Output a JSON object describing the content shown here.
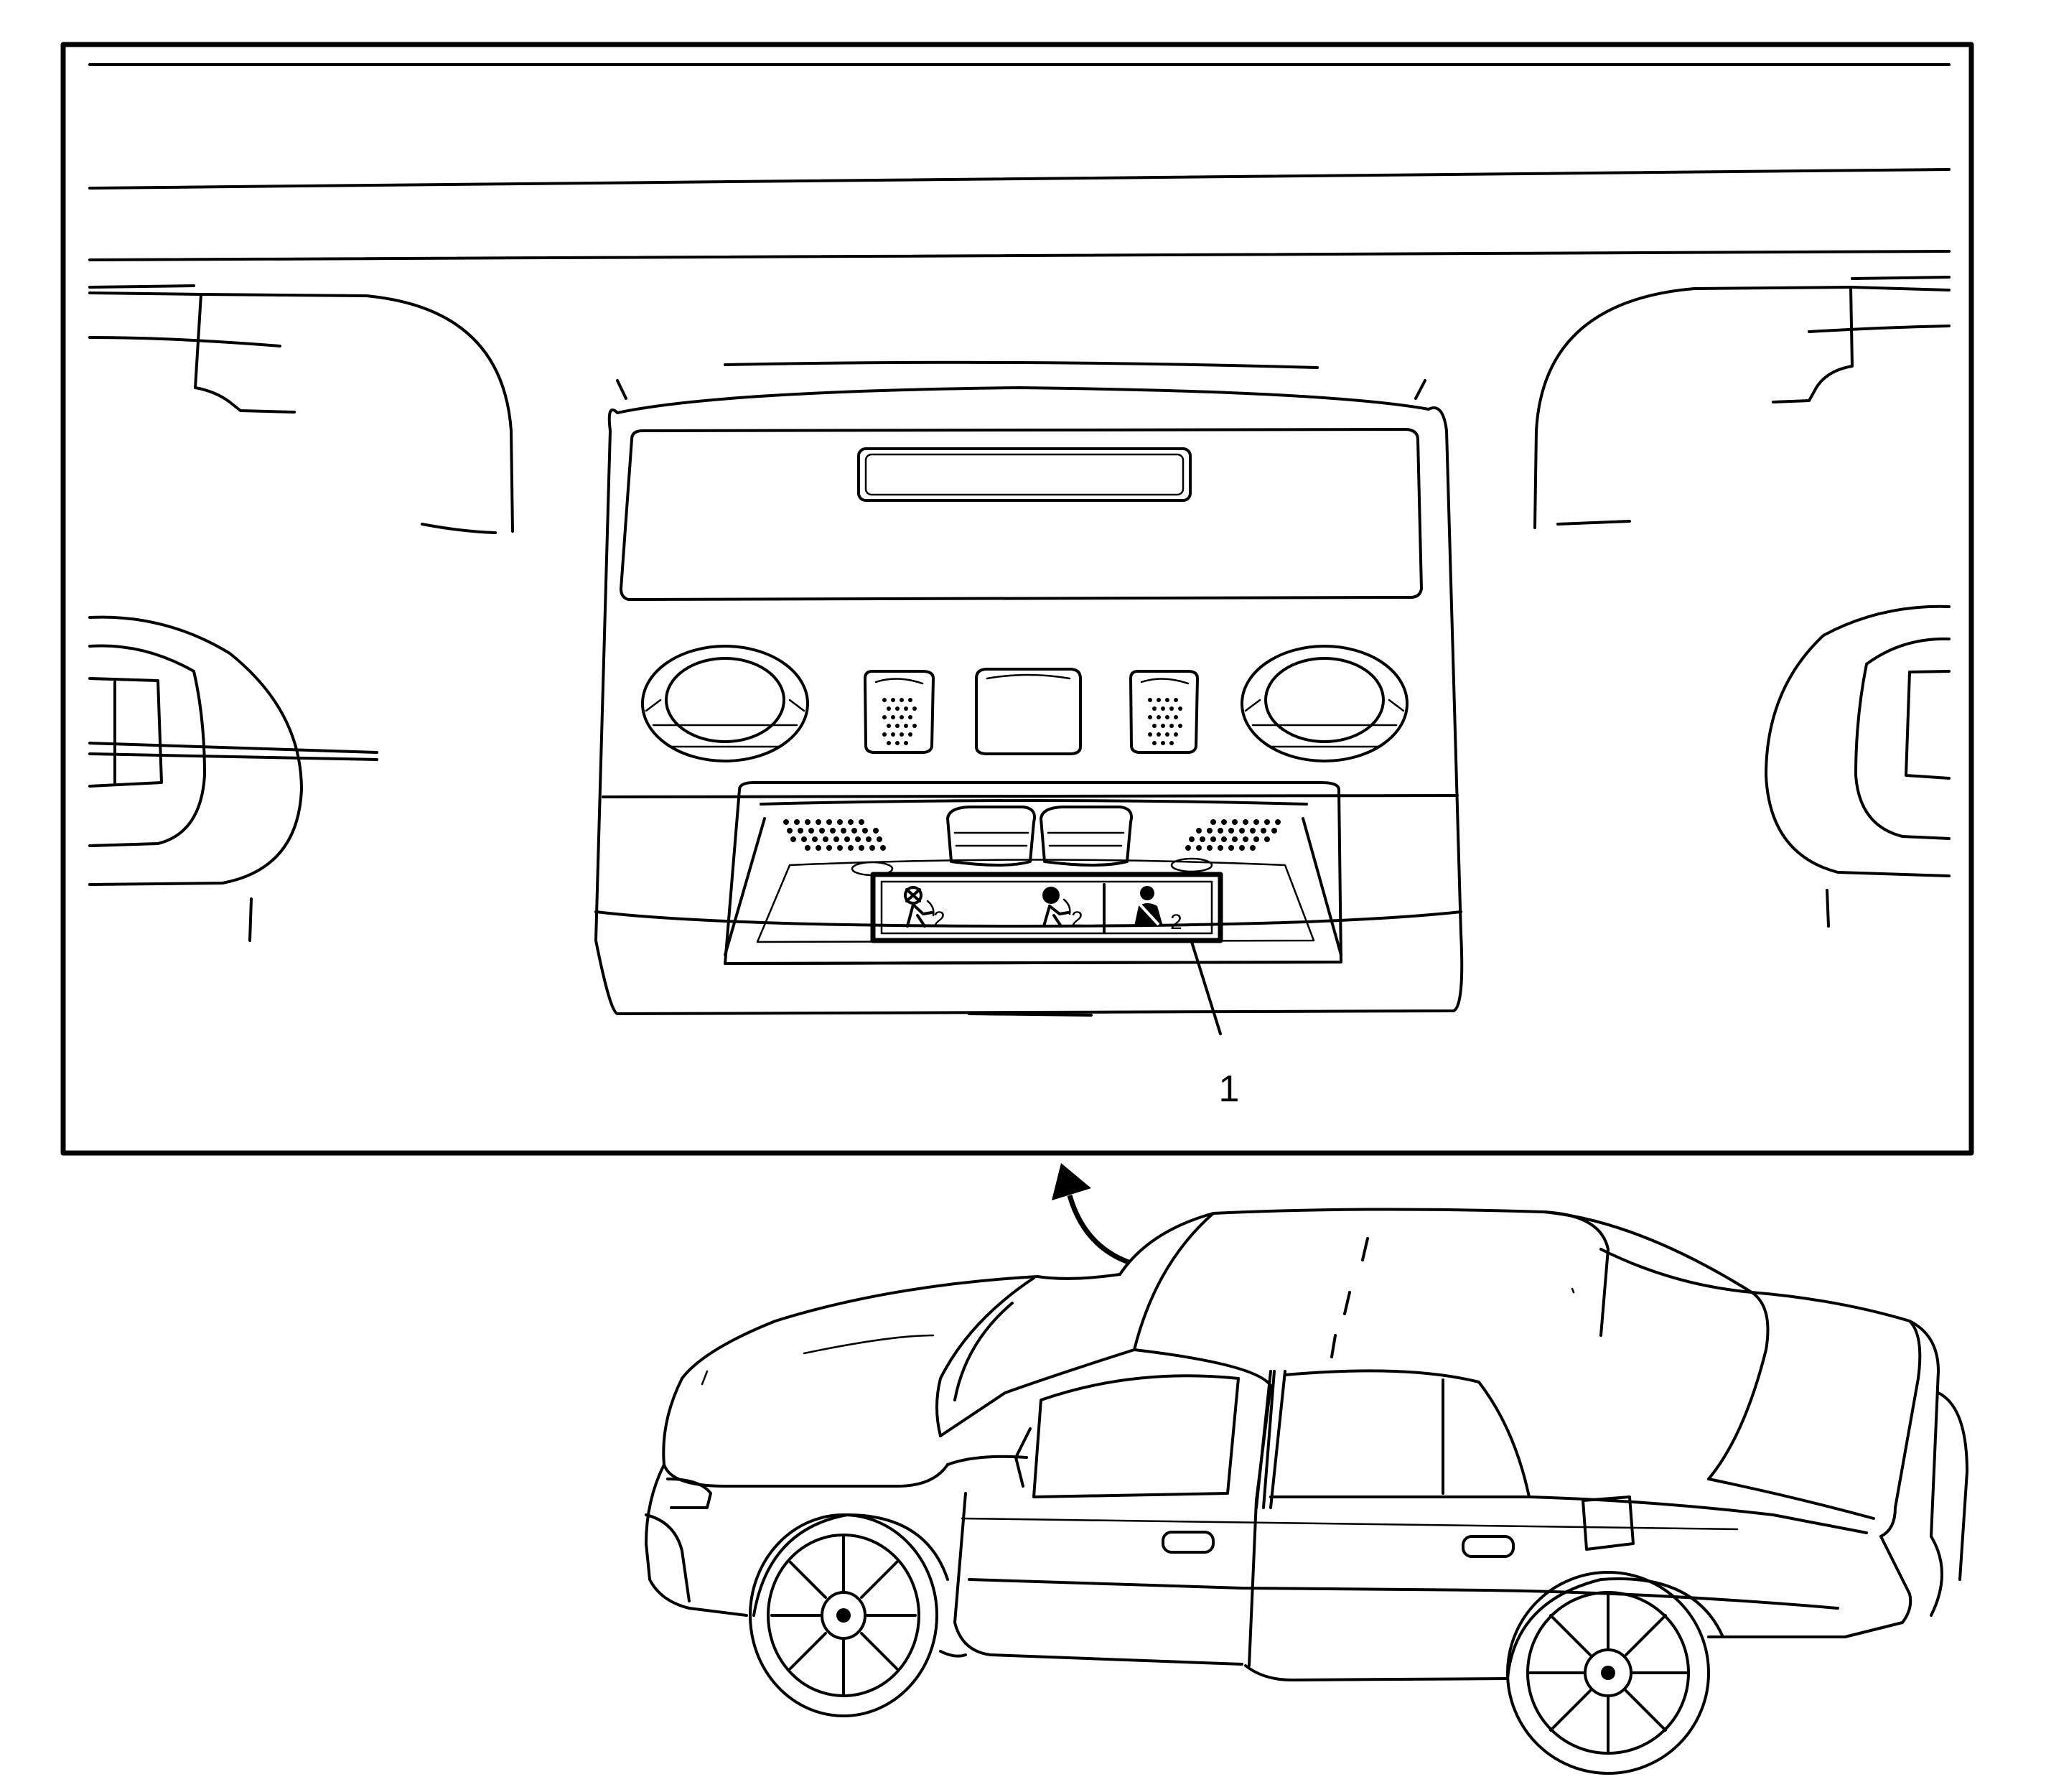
{
  "callouts": [
    {
      "id": "1",
      "label": "1"
    }
  ],
  "indicator_panel": {
    "passenger_airbag_off": {
      "icon": "passenger-airbag-off-icon",
      "subscript": "2"
    },
    "passenger_airbag_on": {
      "icon": "passenger-airbag-on-icon",
      "subscript": "2"
    },
    "passenger_seatbelt": {
      "icon": "seatbelt-reminder-icon",
      "subscript": "2"
    }
  },
  "colors": {
    "line": "#000000",
    "background": "#ffffff"
  }
}
